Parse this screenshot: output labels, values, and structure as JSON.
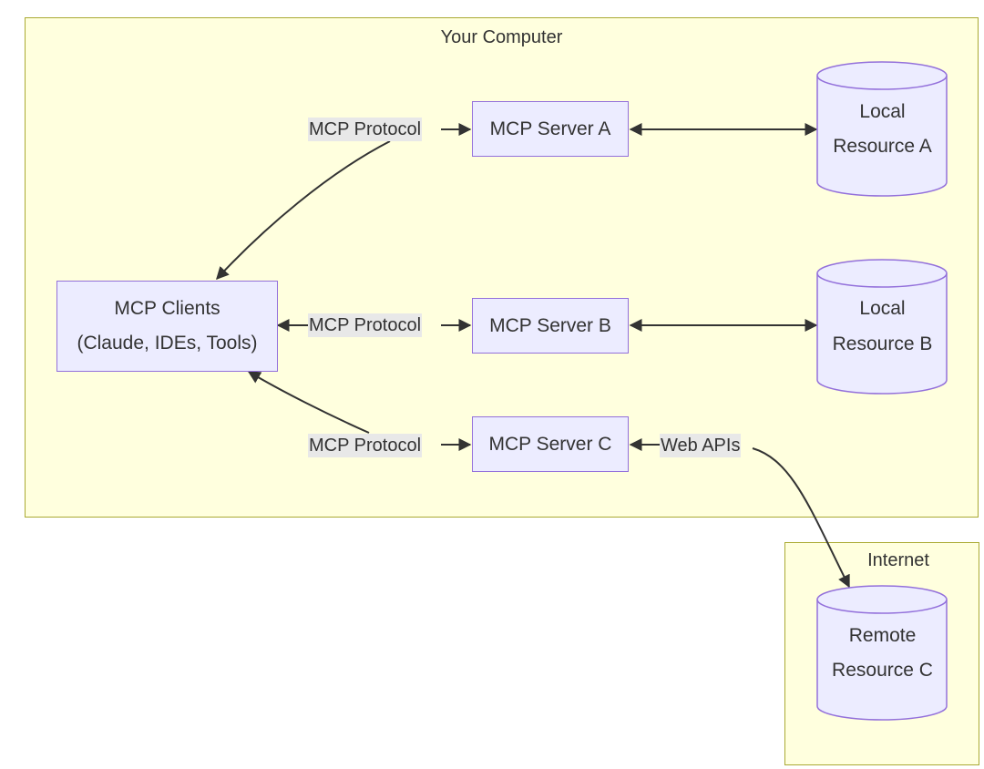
{
  "clusters": {
    "computer": {
      "title": "Your Computer"
    },
    "internet": {
      "title": "Internet"
    }
  },
  "nodes": {
    "clients": {
      "line1": "MCP Clients",
      "line2": "(Claude, IDEs, Tools)"
    },
    "server_a": {
      "label": "MCP Server A"
    },
    "server_b": {
      "label": "MCP Server B"
    },
    "server_c": {
      "label": "MCP Server C"
    },
    "resource_a": {
      "line1": "Local",
      "line2": "Resource A"
    },
    "resource_b": {
      "line1": "Local",
      "line2": "Resource B"
    },
    "resource_c": {
      "line1": "Remote",
      "line2": "Resource C"
    }
  },
  "edge_labels": {
    "protocol_a": "MCP Protocol",
    "protocol_b": "MCP Protocol",
    "protocol_c": "MCP Protocol",
    "web_apis": "Web APIs"
  },
  "colors": {
    "cluster_fill": "#ffffde",
    "cluster_border": "#aaaa33",
    "node_fill": "#ececff",
    "node_border": "#9370db",
    "edge": "#333333",
    "label_bg": "#e8e8e8"
  }
}
